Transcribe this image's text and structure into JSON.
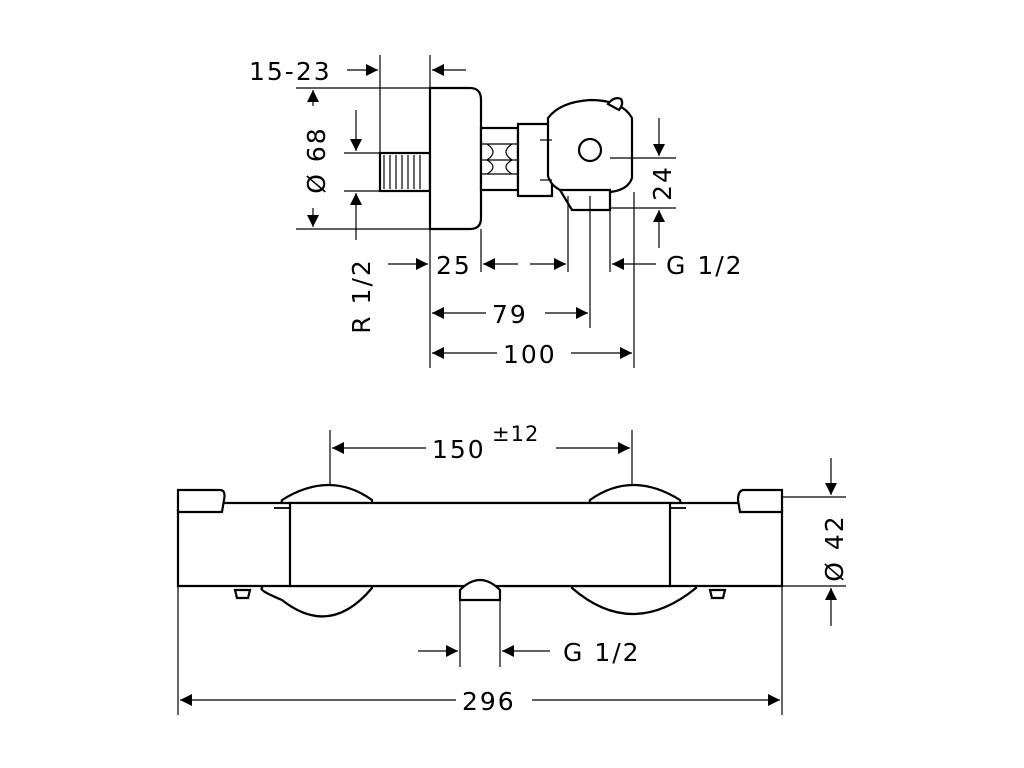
{
  "colors": {
    "line": "#000000",
    "background": "#ffffff"
  },
  "top_view": {
    "dimensions": {
      "nut_range": "15-23",
      "diameter": "Ø 68",
      "thread_r": "R 1/2",
      "depth_25": "25",
      "depth_79": "79",
      "depth_100": "100",
      "height_24": "24",
      "outlet_g": "G 1/2"
    }
  },
  "front_view": {
    "dimensions": {
      "center_distance": "150",
      "tolerance": "±12",
      "diameter": "Ø 42",
      "outlet_g": "G 1/2",
      "overall_width": "296"
    }
  }
}
